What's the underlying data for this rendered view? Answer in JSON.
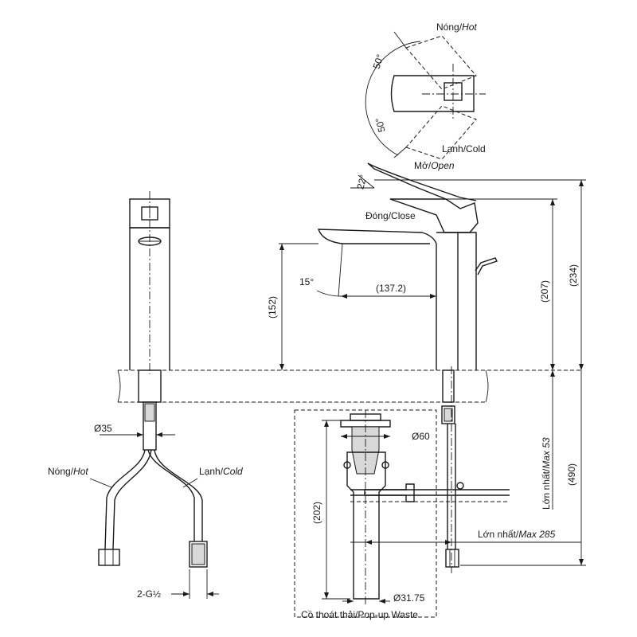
{
  "labels": {
    "hot_top": "Nóng/",
    "hot_top_en": "Hot",
    "cold_top": "Lạnh/Cold",
    "angle_50_a": "50°",
    "angle_50_b": "50°",
    "open_vi": "Mở/",
    "open_en": "Open",
    "angle_22": "22°",
    "close": "Đóng/Close",
    "angle_15": "15°",
    "dim_137": "(137.2)",
    "dim_152": "(152)",
    "dim_207": "(207)",
    "dim_234": "(234)",
    "dim_490": "(490)",
    "max53_vi": "Lớn nhất/",
    "max53_en": "Max 53",
    "max285_vi": "Lớn nhất/",
    "max285_en": "Max 285",
    "dia35": "Ø35",
    "dia60": "Ø60",
    "dim_202": "(202)",
    "dia3175": "Ø31.75",
    "hot_hose": "Nóng/",
    "hot_hose_en": "Hot",
    "cold_hose": "Lạnh/",
    "cold_hose_en": "Cold",
    "thread": "2-G½",
    "popup_waste": "Cồ thoát thải/Pop-up Waste"
  }
}
